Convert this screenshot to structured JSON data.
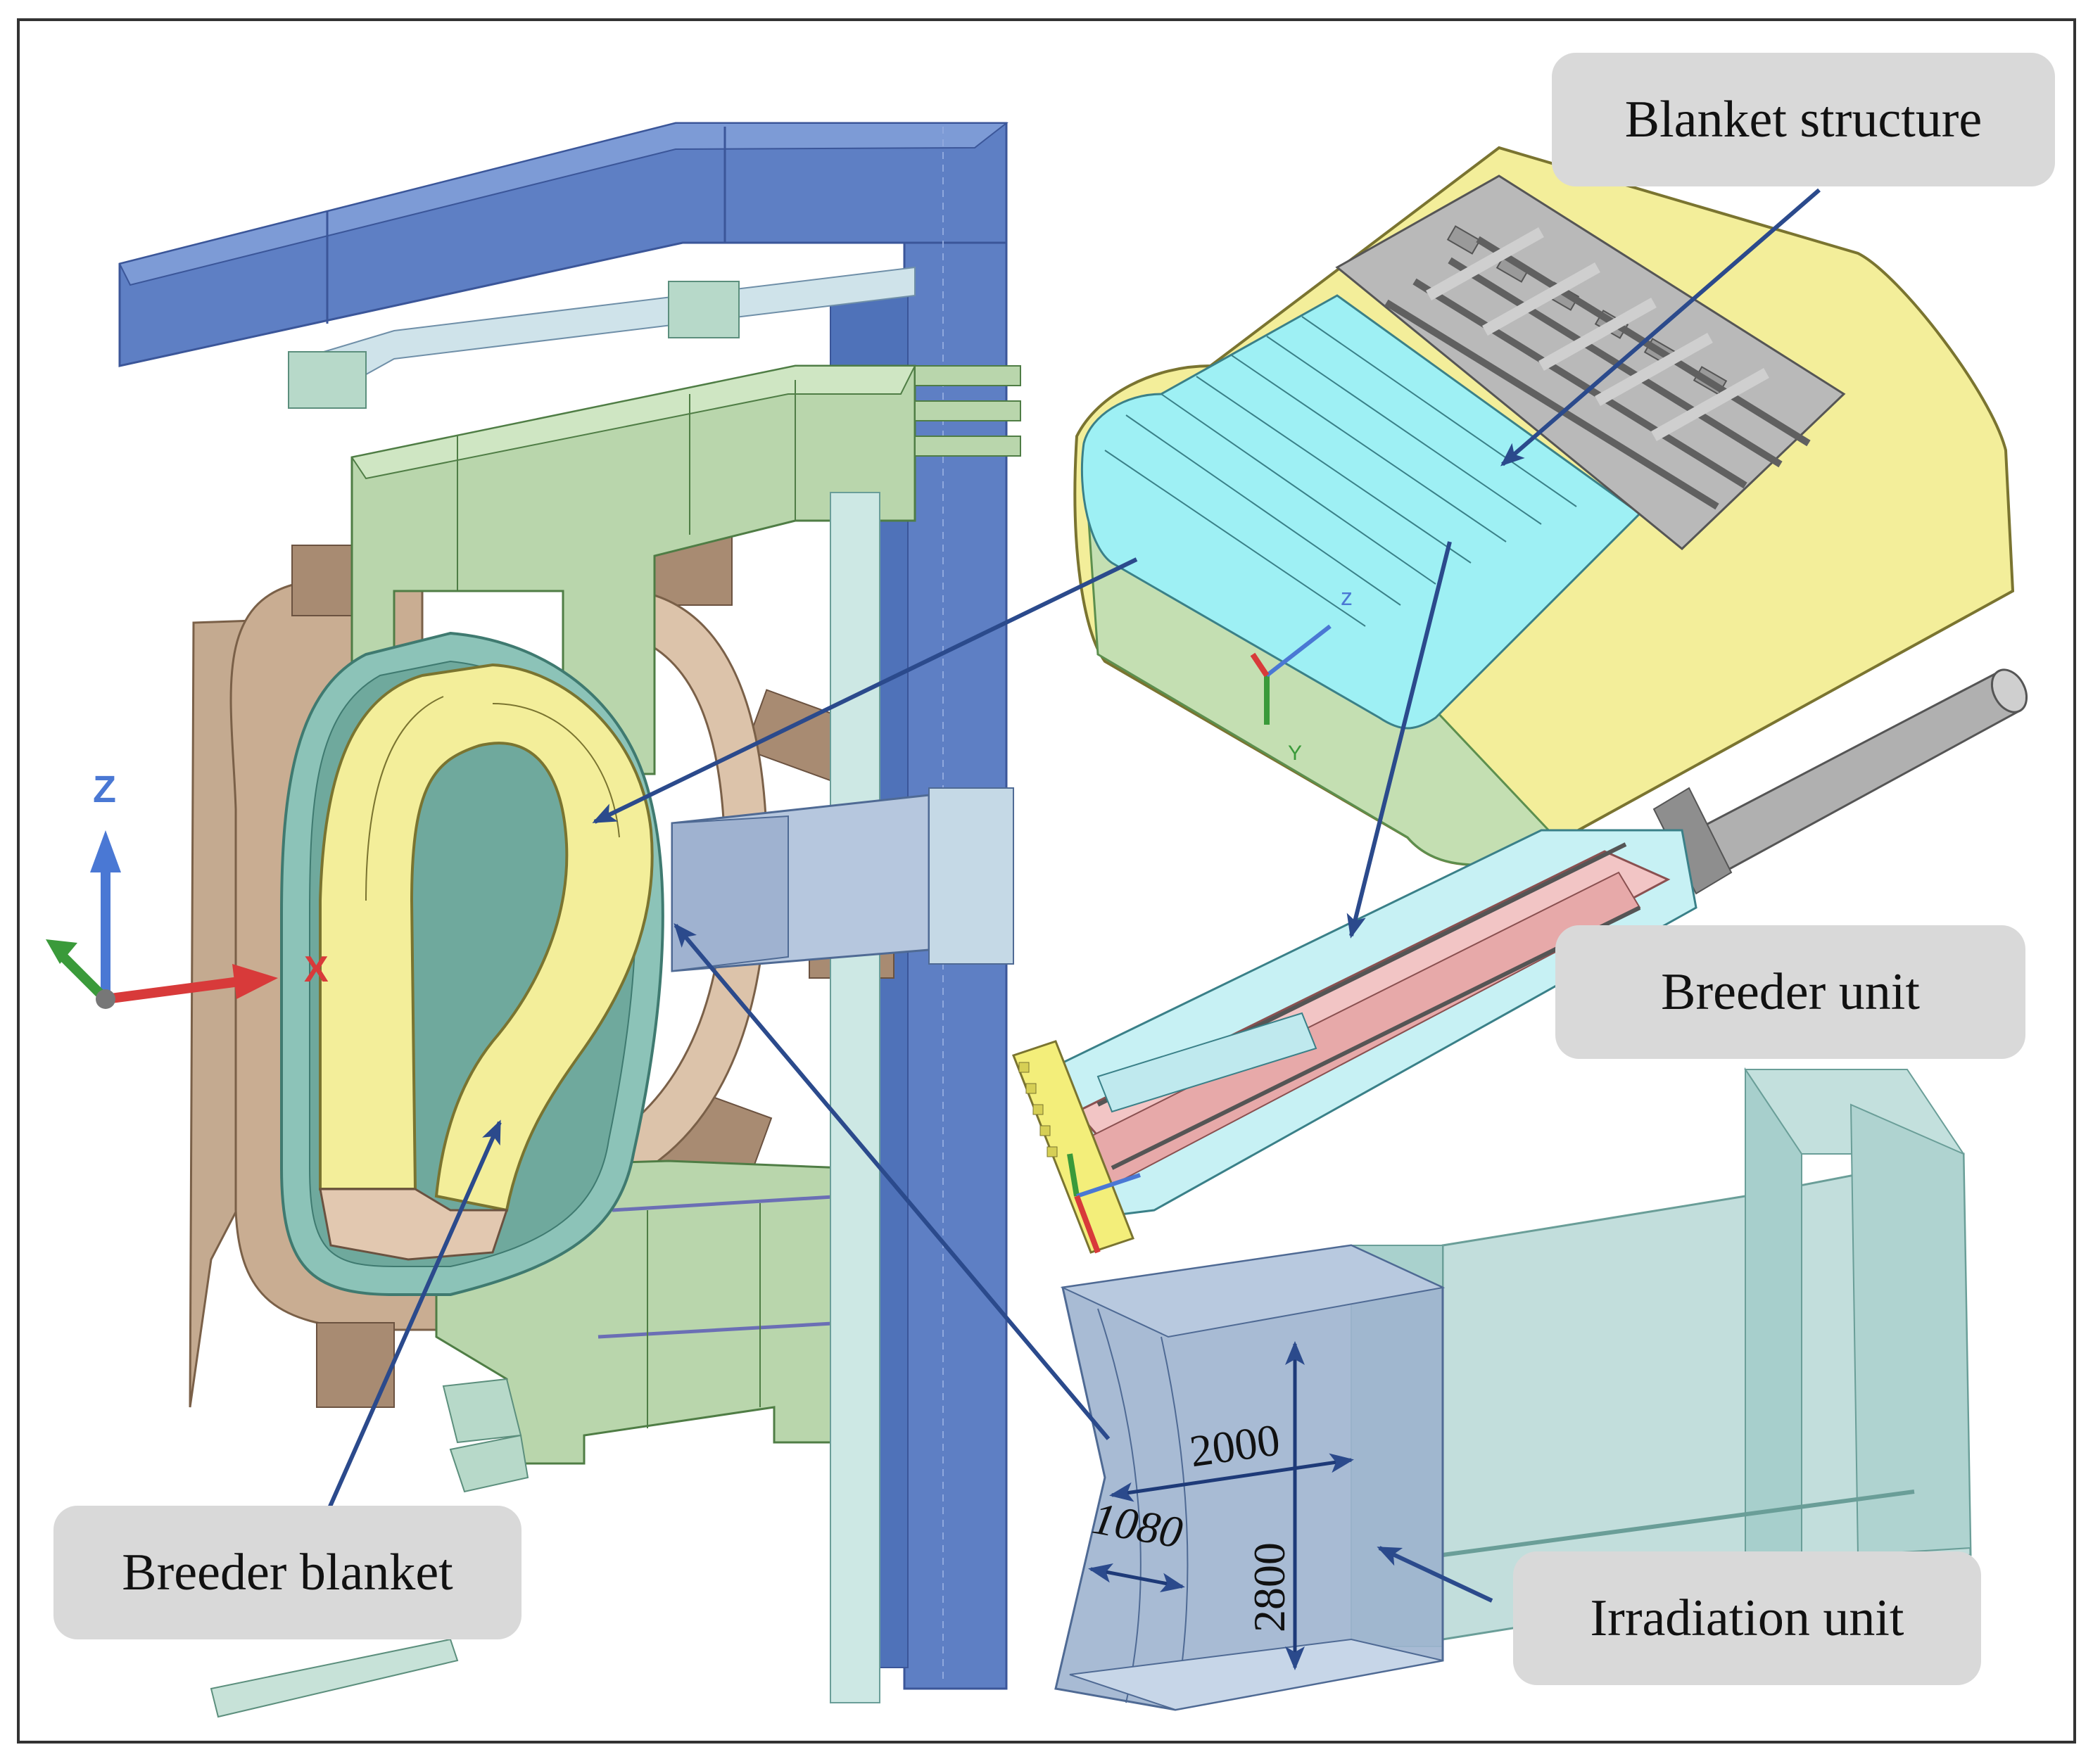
{
  "labels": {
    "blanket_structure": "Blanket structure",
    "breeder_unit": "Breeder unit",
    "breeder_blanket": "Breeder blanket",
    "irradiation_unit": "Irradiation unit"
  },
  "dimensions": {
    "width": "2000",
    "depth": "1080",
    "height": "2800"
  },
  "axes": {
    "z": "Z",
    "x": "X",
    "small_z": "z",
    "small_y": "Y"
  },
  "colors": {
    "frame": "#333333",
    "callout_bg": "#d9d9d9",
    "arrow": "#2b4a8c",
    "structure_blue": "#5e7fc4",
    "shield_green": "#b9d6ac",
    "coil_brown": "#b89c82",
    "blanket_yellow": "#f3ee9a",
    "vessel_teal": "#8cc3b8",
    "coolant_cyan": "#9ef0f4",
    "pink": "#f2c5c5"
  }
}
